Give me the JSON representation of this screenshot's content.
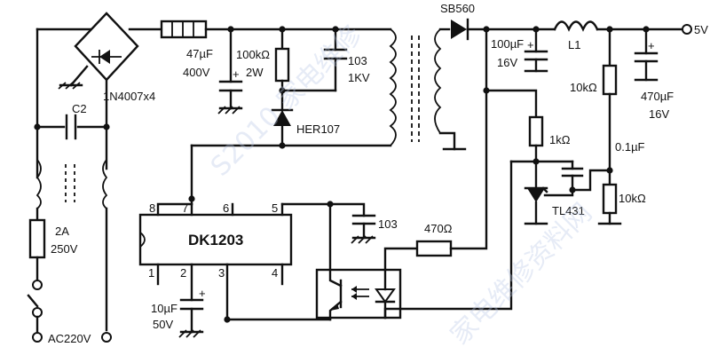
{
  "labels": {
    "bridge": "1N4007x4",
    "c2": "C2",
    "fuse_current": "2A",
    "fuse_voltage": "250V",
    "ac_input": "AC220V",
    "cap_in_value": "47µF",
    "cap_in_voltage": "400V",
    "snubber_res_value": "100kΩ",
    "snubber_res_power": "2W",
    "snubber_cap_value": "103",
    "snubber_cap_voltage": "1KV",
    "snubber_diode": "HER107",
    "rectifier_diode": "SB560",
    "out_cap1_value": "100µF",
    "out_cap1_voltage": "16V",
    "inductor": "L1",
    "output_voltage": "5V",
    "out_cap2_value": "470µF",
    "out_cap2_voltage": "16V",
    "divider_top": "10kΩ",
    "divider_bottom": "10kΩ",
    "opto_res": "1kΩ",
    "comp_cap": "0.1µF",
    "regulator": "TL431",
    "led_res": "470Ω",
    "pin5_cap": "103",
    "vcc_cap_value": "10µF",
    "vcc_cap_voltage": "50V",
    "ic_name": "DK1203",
    "pins": [
      "1",
      "2",
      "3",
      "4",
      "5",
      "6",
      "7",
      "8"
    ]
  }
}
